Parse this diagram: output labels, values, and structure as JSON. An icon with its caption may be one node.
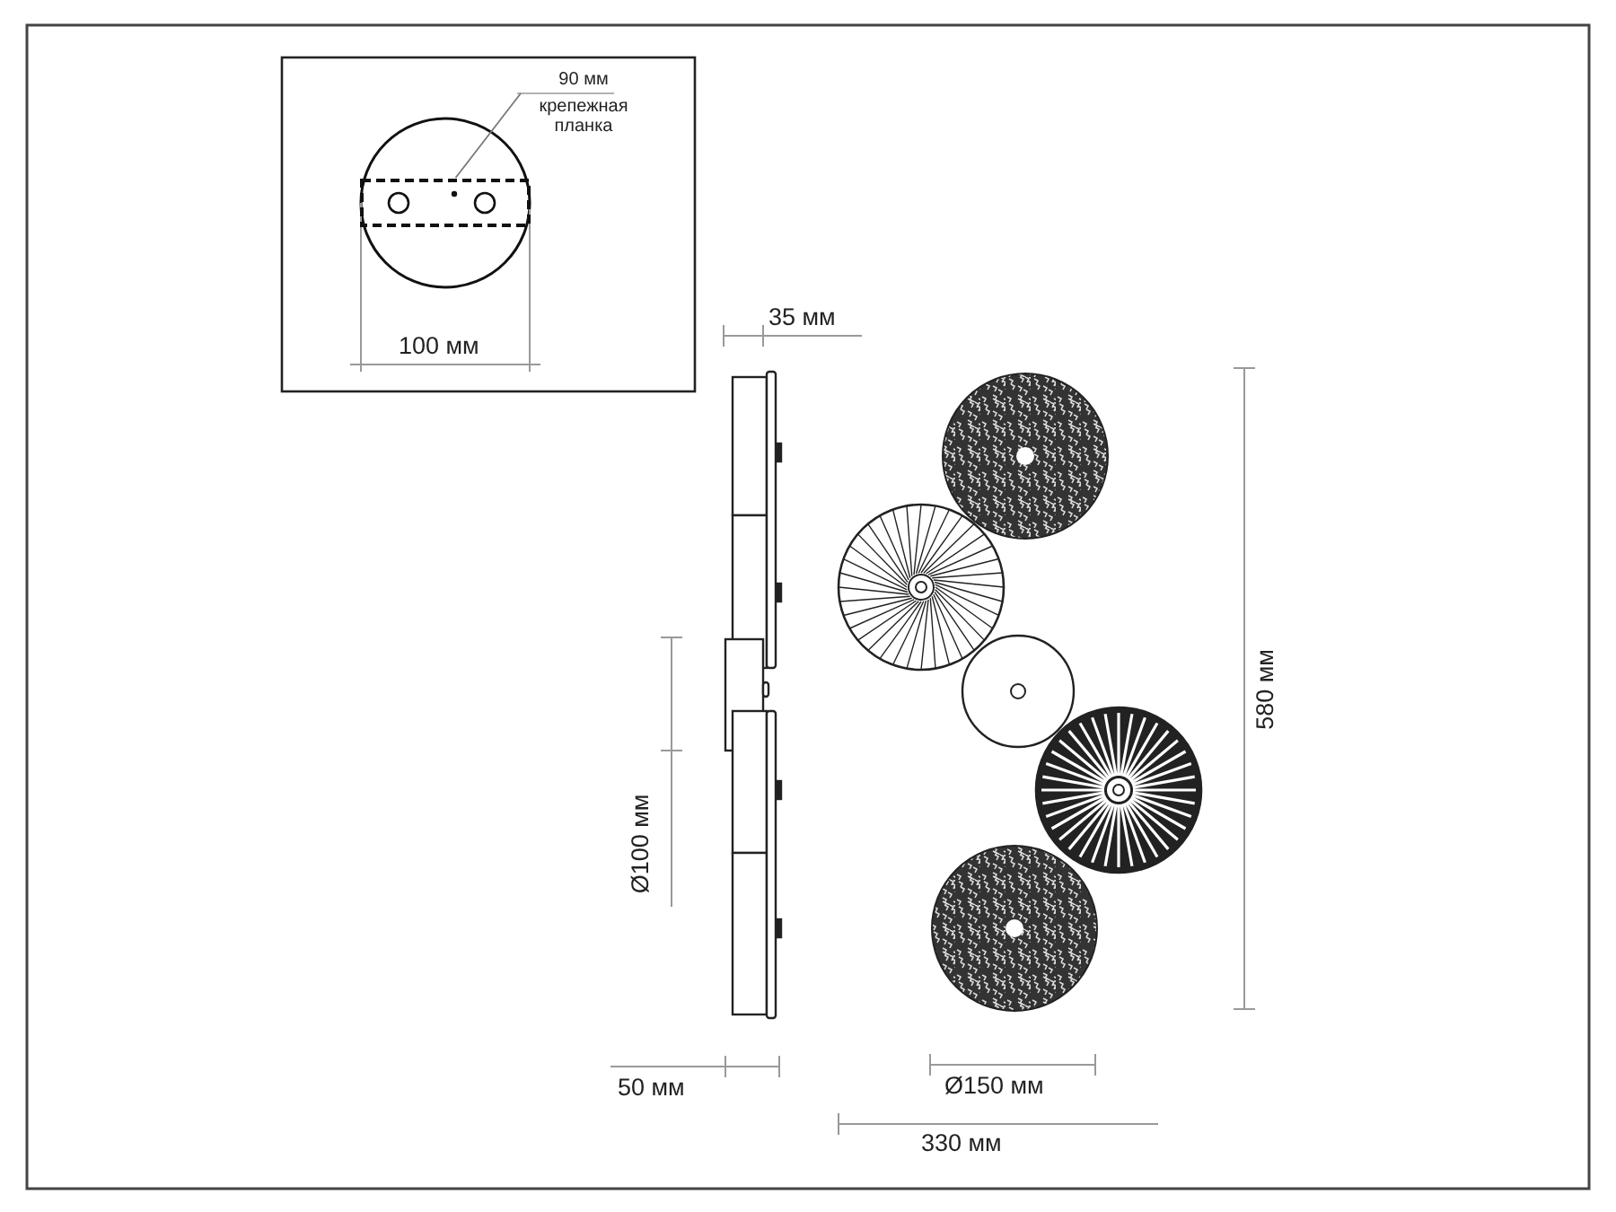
{
  "diagram": {
    "nodes": [
      {
        "text": [
          "90 мм",
          "крепежная планка"
        ]
      },
      {
        "text": [],
        "shape": "box"
      }
    ],
    "edges": [
      {
        "from": 0,
        "to": 1,
        "arrow": "none"
      }
    ],
    "labels": [
      "100 мм",
      "35 мм",
      "Ø100 мм",
      "50 мм",
      "Ø150 мм",
      "330 мм",
      "580 мм"
    ]
  }
}
